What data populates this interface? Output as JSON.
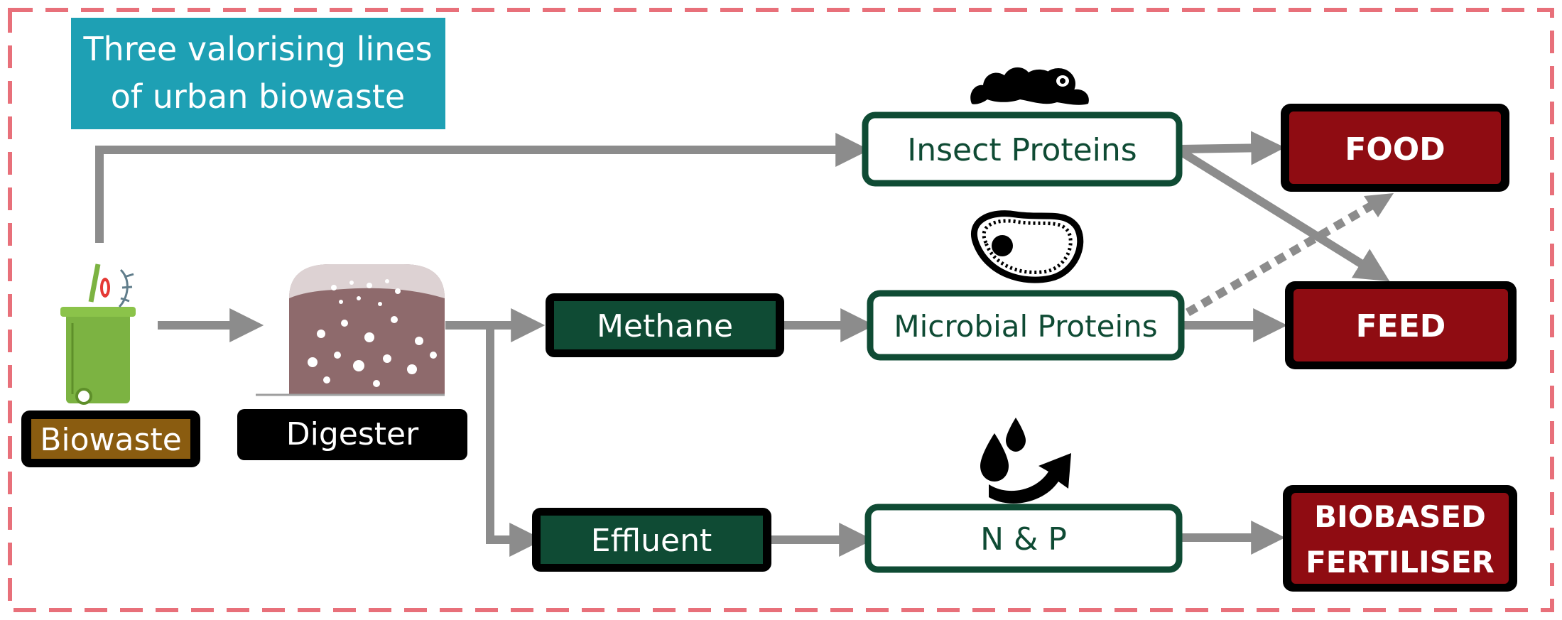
{
  "title": {
    "line1": "Three valorising lines",
    "line2": "of urban biowaste"
  },
  "nodes": {
    "biowaste": "Biowaste",
    "digester": "Digester",
    "methane": "Methane",
    "effluent": "Effluent",
    "insect_proteins": "Insect Proteins",
    "microbial_proteins": "Microbial Proteins",
    "n_and_p": "N & P",
    "food": "FOOD",
    "feed": "FEED",
    "fertiliser_line1": "BIOBASED",
    "fertiliser_line2": "FERTILISER"
  },
  "icons": {
    "biowaste": "green-bin-icon",
    "digester": "digester-tank-icon",
    "insect": "larva-icon",
    "microbe": "microbe-cell-icon",
    "nutrients": "droplets-arrow-icon"
  },
  "colors": {
    "border_dashed": "#e8707a",
    "title_bg": "#1ea0b4",
    "title_text": "#ffffff",
    "dark_green": "#0f4b34",
    "output_red": "#8f0c12",
    "biowaste_fill": "#8a5c10",
    "arrow_gray": "#8c8c8c",
    "digester_body": "#8e6a6c",
    "bin_green": "#7cb342"
  }
}
